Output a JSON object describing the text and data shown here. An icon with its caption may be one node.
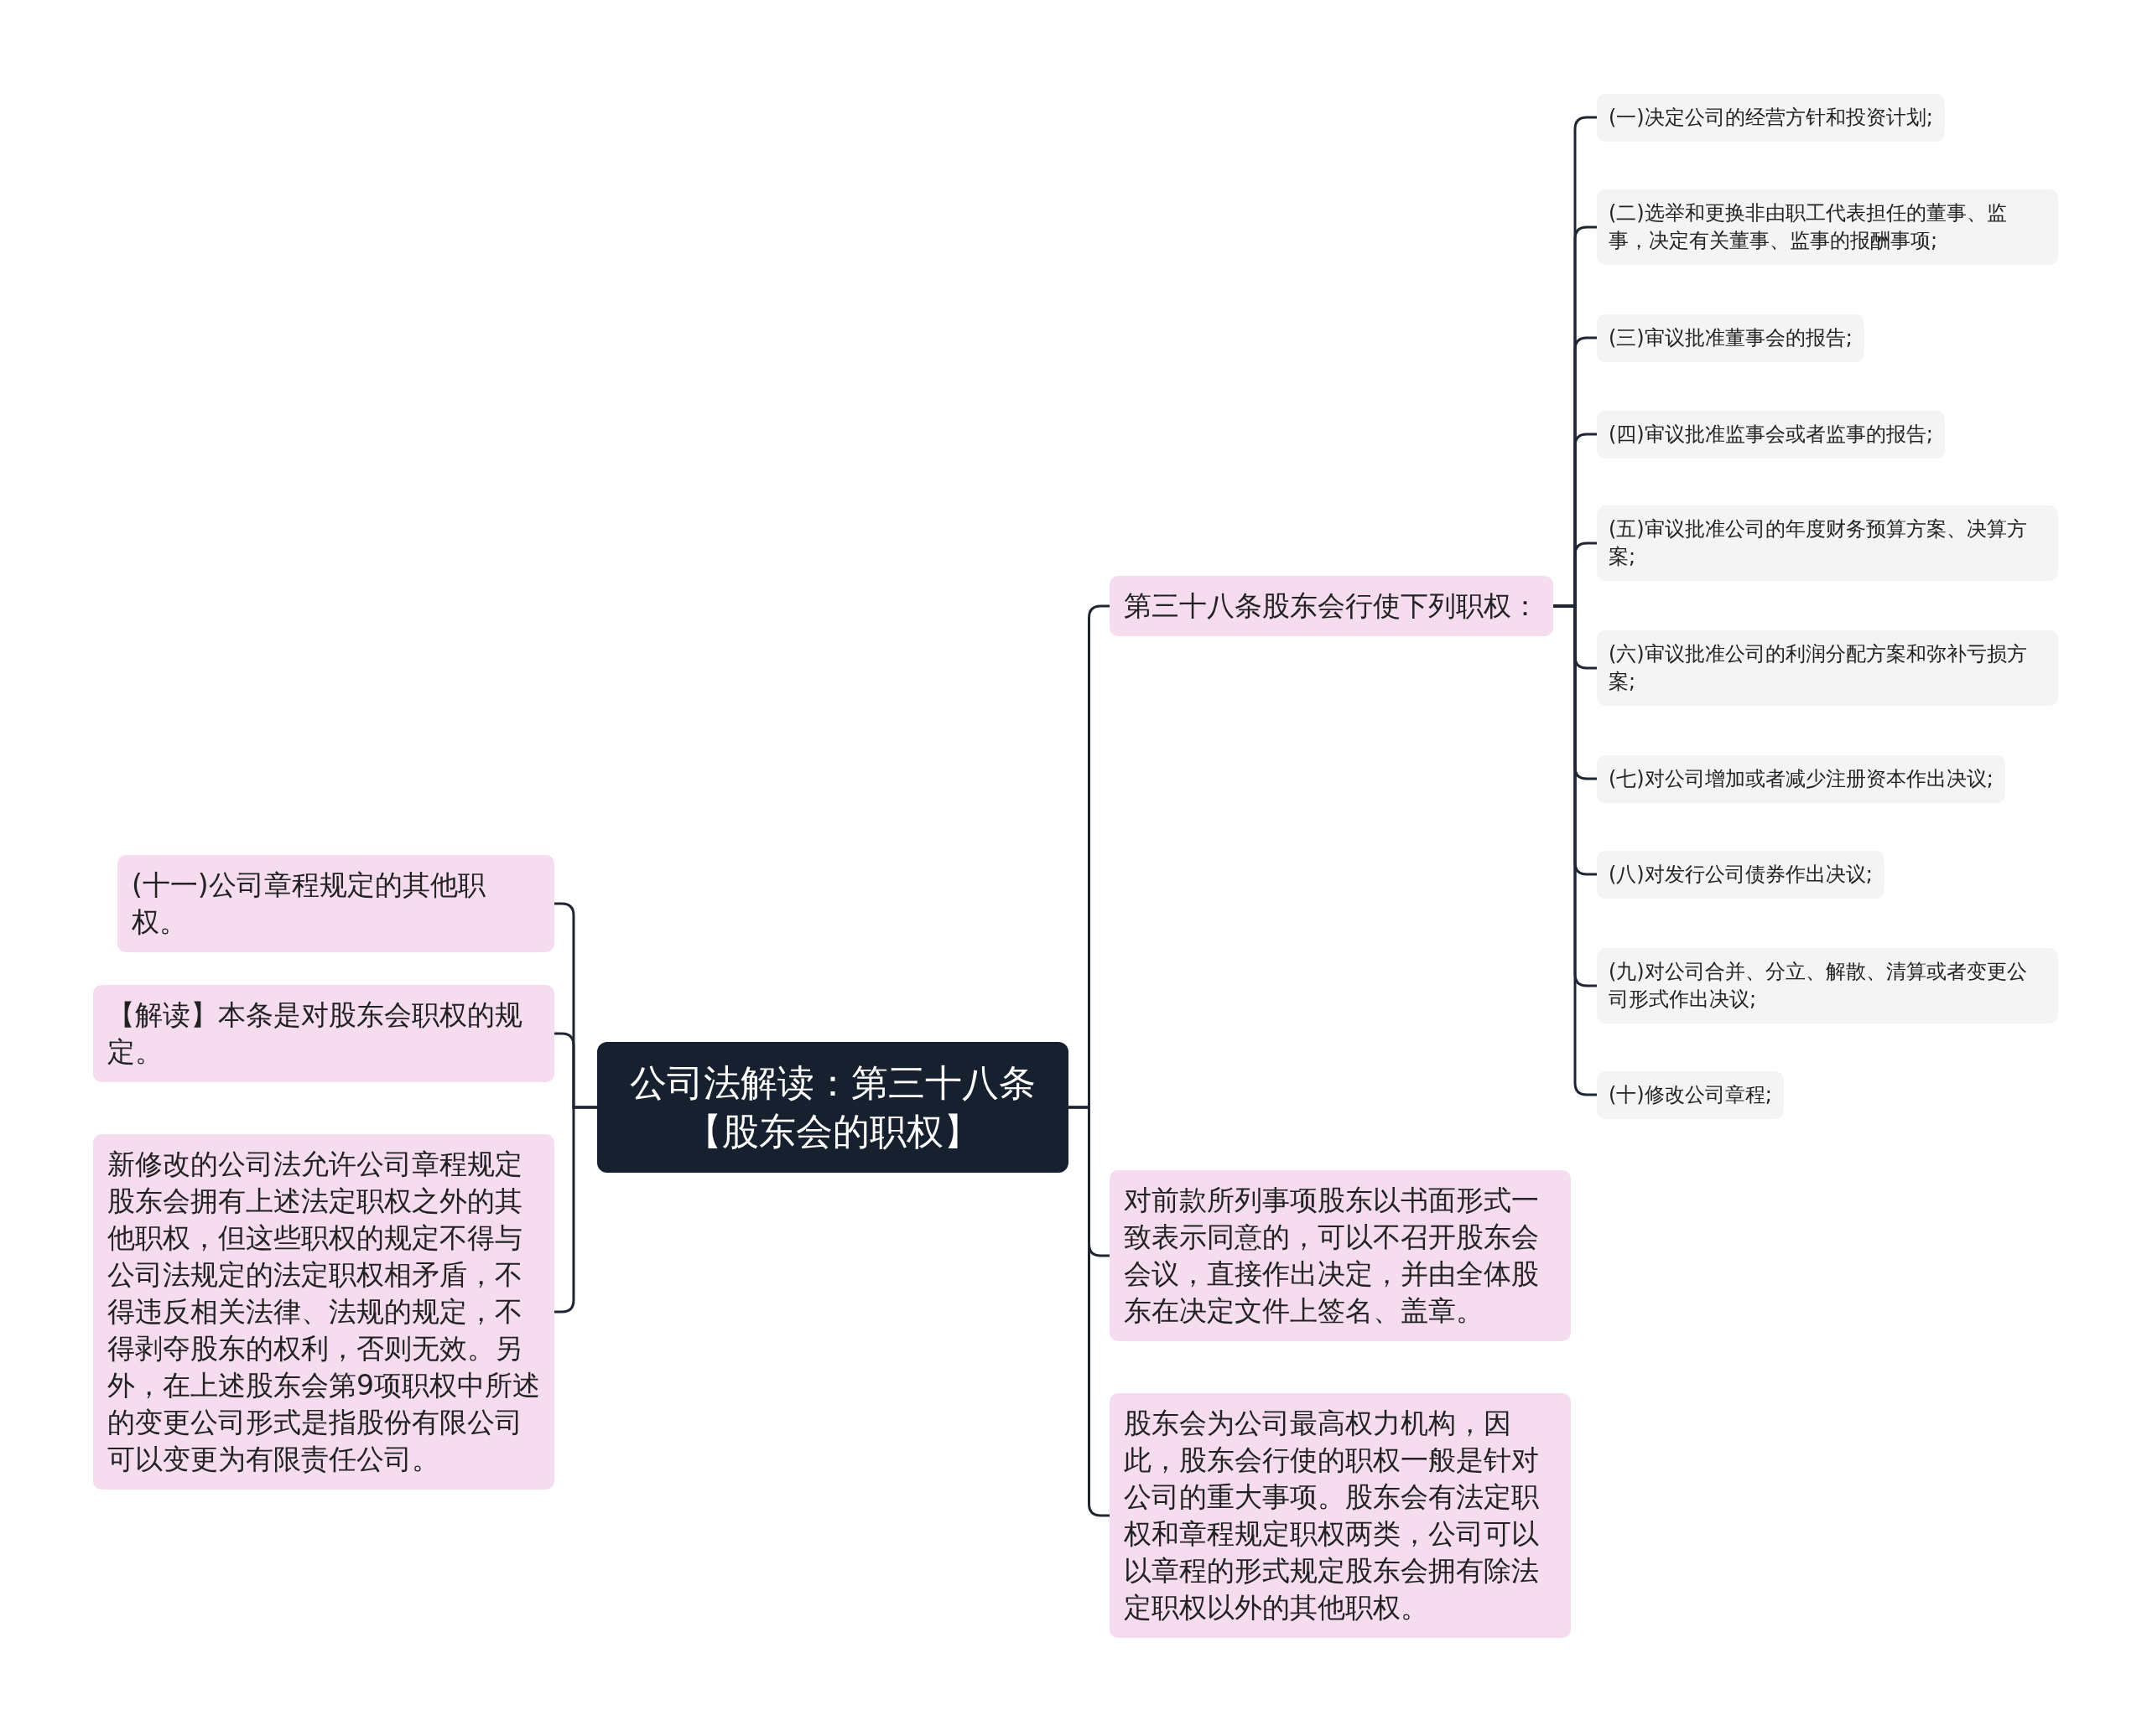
{
  "diagram": {
    "nodes": [
      {
        "text": [
          "公司法解读：第三十八条【股东会的职权】"
        ]
      },
      {
        "text": [
          "第三十八条股东会行使下列职权："
        ]
      },
      {
        "text": [
          "(一)决定公司的经营方针和投资计划;"
        ]
      },
      {
        "text": [
          "(二)选举和更换非由职工代表担任的董事、监事，决定有关董事、监事的报酬事项;"
        ]
      },
      {
        "text": [
          "(三)审议批准董事会的报告;"
        ]
      },
      {
        "text": [
          "(四)审议批准监事会或者监事的报告;"
        ]
      },
      {
        "text": [
          "(五)审议批准公司的年度财务预算方案、决算方案;"
        ]
      },
      {
        "text": [
          "(六)审议批准公司的利润分配方案和弥补亏损方案;"
        ]
      },
      {
        "text": [
          "(七)对公司增加或者减少注册资本作出决议;"
        ]
      },
      {
        "text": [
          "(八)对发行公司债券作出决议;"
        ]
      },
      {
        "text": [
          "(九)对公司合并、分立、解散、清算或者变更公司形式作出决议;"
        ]
      },
      {
        "text": [
          "(十)修改公司章程;"
        ]
      },
      {
        "text": [
          "对前款所列事项股东以书面形式一致表示同意的，可以不召开股东会会议，直接作出决定，并由全体股东在决定文件上签名、盖章。"
        ]
      },
      {
        "text": [
          "股东会为公司最高权力机构，因此，股东会行使的职权一般是针对公司的重大事项。股东会有法定职权和章程规定职权两类，公司可以以章程的形式规定股东会拥有除法定职权以外的其他职权。"
        ]
      },
      {
        "text": [
          "(十一)公司章程规定的其他职权。"
        ]
      },
      {
        "text": [
          "【解读】本条是对股东会职权的规定。"
        ]
      },
      {
        "text": [
          "新修改的公司法允许公司章程规定股东会拥有上述法定职权之外的其他职权，但这些职权的规定不得与公司法规定的法定职权相矛盾，不得违反相关法律、法规的规定，不得剥夺股东的权利，否则无效。另外，在上述股东会第9项职权中所述的变更公司形式是指股份有限公司可以变更为有限责任公司。"
        ]
      }
    ],
    "edges": [
      {
        "from": 0,
        "to": 1,
        "arrow": "none"
      },
      {
        "from": 0,
        "to": 12,
        "arrow": "none"
      },
      {
        "from": 0,
        "to": 13,
        "arrow": "none"
      },
      {
        "from": 0,
        "to": 14,
        "arrow": "none"
      },
      {
        "from": 0,
        "to": 15,
        "arrow": "none"
      },
      {
        "from": 0,
        "to": 16,
        "arrow": "none"
      },
      {
        "from": 1,
        "to": 2,
        "arrow": "none"
      },
      {
        "from": 1,
        "to": 3,
        "arrow": "none"
      },
      {
        "from": 1,
        "to": 4,
        "arrow": "none"
      },
      {
        "from": 1,
        "to": 5,
        "arrow": "none"
      },
      {
        "from": 1,
        "to": 6,
        "arrow": "none"
      },
      {
        "from": 1,
        "to": 7,
        "arrow": "none"
      },
      {
        "from": 1,
        "to": 8,
        "arrow": "none"
      },
      {
        "from": 1,
        "to": 9,
        "arrow": "none"
      },
      {
        "from": 1,
        "to": 10,
        "arrow": "none"
      },
      {
        "from": 1,
        "to": 11,
        "arrow": "none"
      }
    ]
  }
}
